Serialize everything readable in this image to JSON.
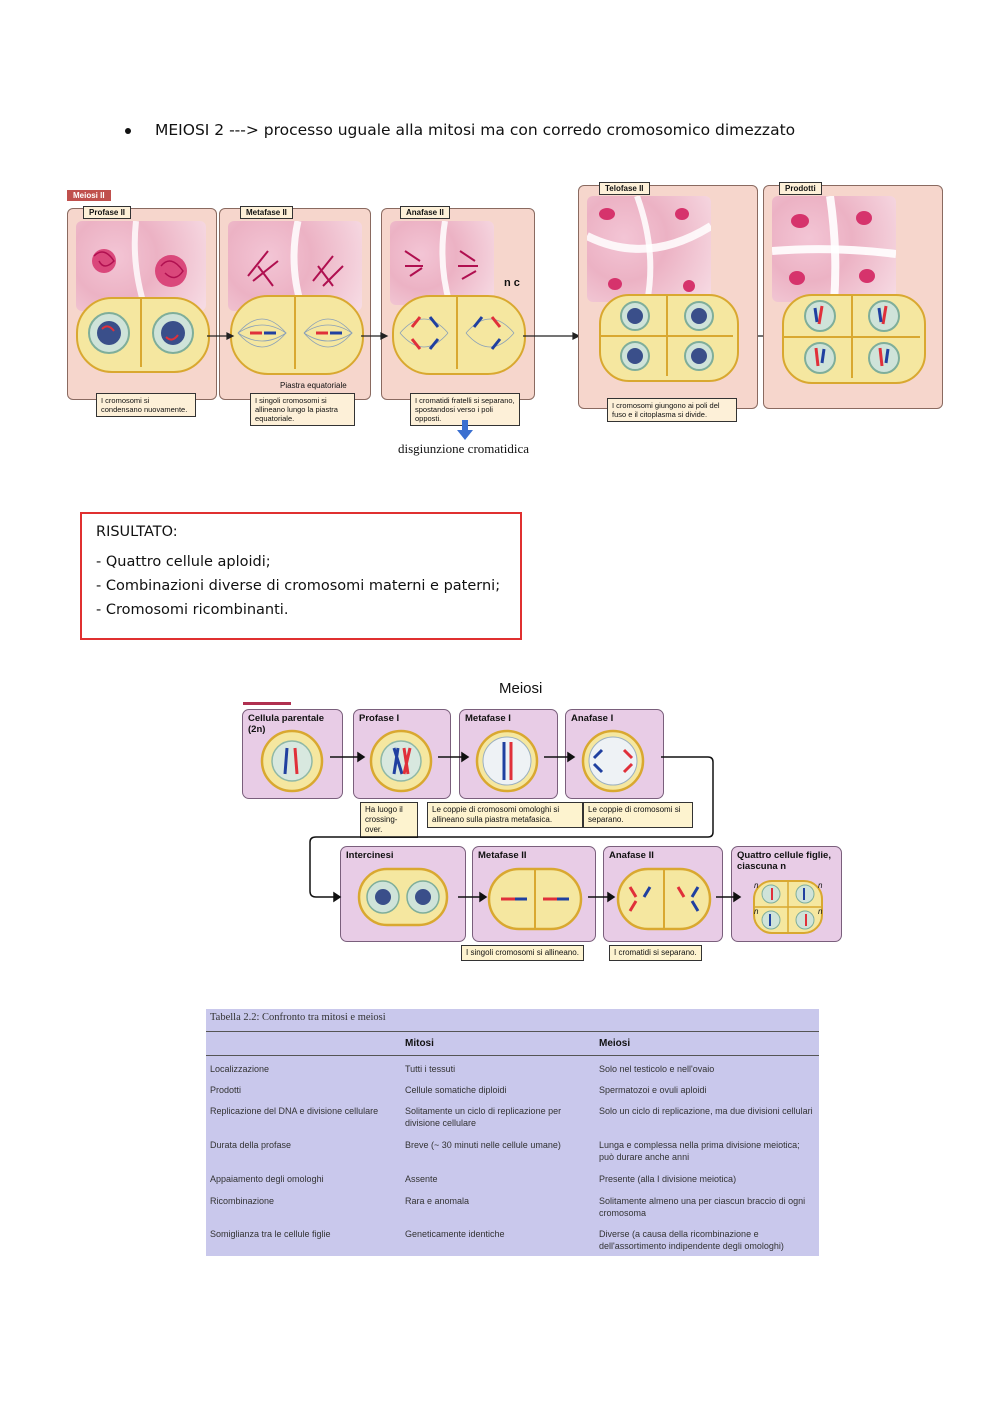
{
  "bullet": {
    "text": "MEIOSI 2 ---> processo uguale alla mitosi ma con corredo cromosomico dimezzato"
  },
  "meiosi2_figure": {
    "tag": "Meiosi II",
    "stages": [
      {
        "label": "Profase II",
        "note": "I cromosomi si condensano nuovamente."
      },
      {
        "label": "Metafase II",
        "note": "I singoli cromosomi si allineano lungo la piastra equatoriale."
      },
      {
        "label": "Anafase II",
        "note": "I cromatidi fratelli si separano, spostandosi verso i poli opposti."
      },
      {
        "label": "Telofase II",
        "note": "I cromosomi giungono ai poli del fuso e il citoplasma si divide."
      },
      {
        "label": "Prodotti",
        "note": ""
      }
    ],
    "piastra_label": "Piastra equatoriale",
    "nc_label": "n c",
    "disgiunzione": "disgiunzione cromatidica"
  },
  "risultato": {
    "title": "RISULTATO:",
    "lines": [
      "- Quattro cellule aploidi;",
      "- Combinazioni diverse di cromosomi materni e paterni;",
      "- Cromosomi ricombinanti."
    ]
  },
  "meiosi_figure": {
    "title": "Meiosi",
    "row1": [
      {
        "label": "Cellula parentale (2n)"
      },
      {
        "label": "Profase I"
      },
      {
        "label": "Metafase I"
      },
      {
        "label": "Anafase I"
      }
    ],
    "row1_notes": [
      "Ha luogo il crossing-over.",
      "Le coppie di cromosomi omologhi si allineano sulla piastra metafasica.",
      "Le coppie di cromosomi si separano."
    ],
    "row2": [
      {
        "label": "Intercinesi"
      },
      {
        "label": "Metafase II"
      },
      {
        "label": "Anafase II"
      },
      {
        "label": "Quattro cellule figlie, ciascuna n"
      }
    ],
    "row2_notes": [
      "I singoli cromosomi si allineano.",
      "I cromatidi si separano."
    ],
    "n_label": "n"
  },
  "table": {
    "caption": "Tabella 2.2: Confronto tra mitosi e meiosi",
    "headers": [
      "",
      "Mitosi",
      "Meiosi"
    ],
    "rows": [
      [
        "Localizzazione",
        "Tutti i tessuti",
        "Solo nel testicolo e nell'ovaio"
      ],
      [
        "Prodotti",
        "Cellule somatiche diploidi",
        "Spermatozoi e ovuli aploidi"
      ],
      [
        "Replicazione del DNA e divisione cellulare",
        "Solitamente un ciclo di replicazione per divisione cellulare",
        "Solo un ciclo di replicazione, ma due divisioni cellulari"
      ],
      [
        "Durata della profase",
        "Breve (~ 30 minuti nelle cellule umane)",
        "Lunga e complessa nella prima divisione meiotica; può durare anche anni"
      ],
      [
        "Appaiamento degli omologhi",
        "Assente",
        "Presente (alla I divisione meiotica)"
      ],
      [
        "Ricombinazione",
        "Rara e anomala",
        "Solitamente almeno una per ciascun braccio di ogni cromosoma"
      ],
      [
        "Somiglianza tra le cellule figlie",
        "Geneticamente identiche",
        "Diverse (a causa della ricombinazione e dell'assortimento indipendente degli omologhi)"
      ]
    ]
  }
}
